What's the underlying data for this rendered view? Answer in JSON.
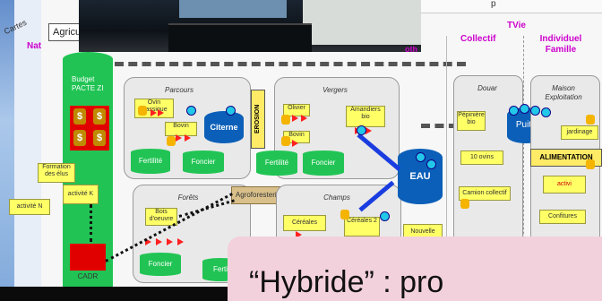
{
  "top_tab": {
    "cartes": "Cartes"
  },
  "header": {
    "nat": "Nat",
    "agricu": "Agricu",
    "tvie": "TVie",
    "collectif": "Collectif",
    "individuel": "Individuel Famille",
    "p": "p",
    "oth": "oth"
  },
  "budget": {
    "label": "Budget PACTE ZI"
  },
  "left_notes": {
    "formation": "Formation des élus",
    "activite_k": "activité K",
    "activite_n": "activité N",
    "cadr": "CADR"
  },
  "parcours": {
    "title": "Parcours",
    "ovin": "Ovin classique",
    "bovin": "Bovin",
    "citerne": "Citerne",
    "fertilite": "Fertilité",
    "foncier": "Foncier",
    "erosion": "EROSION"
  },
  "vergers": {
    "title": "Vergers",
    "olivier": "Olivier",
    "bovin": "Bovin",
    "amandiers": "Amandiers bio",
    "fertilite": "Fertilité",
    "foncier": "Foncier"
  },
  "forets": {
    "title": "Forêts",
    "bois": "Bois d'oeuvre",
    "agroforesterie": "Agroforesterie",
    "foncier": "Foncier",
    "ferti": "Ferti"
  },
  "champs": {
    "title": "Champs",
    "cereales1": "Céréales",
    "cereales2": "Céréales 2",
    "nouvelle": "Nouvelle"
  },
  "eau": {
    "label": "EAU"
  },
  "douar": {
    "title": "Douar",
    "pepiniere": "Pépinière bio",
    "puits": "Puits",
    "ovins": "10 ovins",
    "camion": "Camion collectif"
  },
  "maison": {
    "title": "Maison Exploitation",
    "jardinage": "jardinage",
    "alimentation": "ALIMENTATION",
    "activite": "activi",
    "confitures": "Confitures"
  },
  "overlay": {
    "text": "“Hybride” : pro"
  },
  "colors": {
    "green": "#21c454",
    "yellow_note": "#ffff66",
    "pink_header": "#cc00cc",
    "dark_blue": "#0b5fb8",
    "overlay_pink": "#f2d0dc"
  }
}
